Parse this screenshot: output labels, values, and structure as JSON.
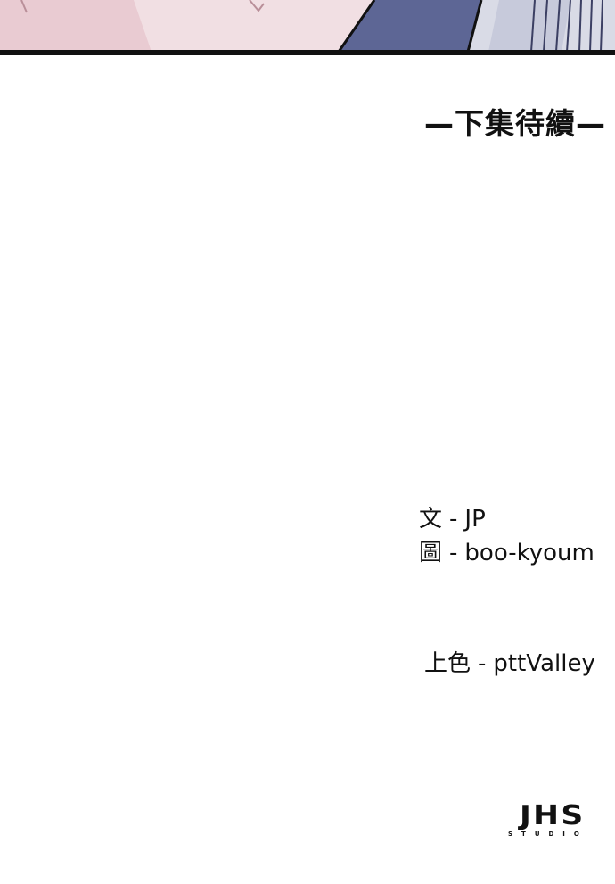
{
  "panel": {
    "colors": {
      "skin_light": "#f2d9de",
      "skin_shade": "#e6c3cb",
      "hair_blue": "#5d6695",
      "hair_dark": "#3b3f63",
      "outline": "#111111"
    }
  },
  "ending": {
    "to_be_continued": "—下集待續—"
  },
  "credits": {
    "story": {
      "role": "文",
      "sep": "-",
      "name": "JP"
    },
    "art": {
      "role": "圖",
      "sep": "-",
      "name": "boo-kyoum"
    },
    "color": {
      "role": "上色",
      "sep": "-",
      "name": "pttValley"
    }
  },
  "logo": {
    "main": "JHS",
    "sub": "STUDIO"
  }
}
